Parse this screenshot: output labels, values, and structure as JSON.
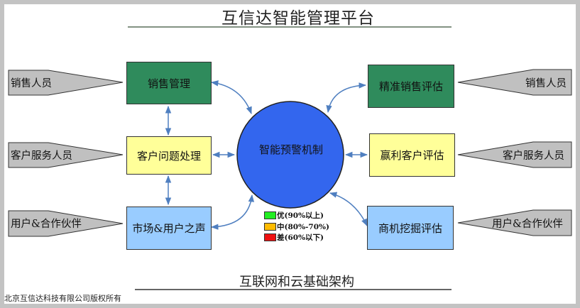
{
  "title": "互信达智能管理平台",
  "bottom_title": "互联网和云基础架构",
  "copyright": "北京互信达科技有限公司版权所有",
  "center": {
    "label": "智能预警机制",
    "color": "#3366ee"
  },
  "left_boxes": [
    {
      "label": "销售管理",
      "color": "#2f8b5c"
    },
    {
      "label": "客户问题处理",
      "color": "#ffff99"
    },
    {
      "label": "市场&用户之声",
      "color": "#99ccff"
    }
  ],
  "right_boxes": [
    {
      "label": "精准销售评估",
      "color": "#2f8b5c"
    },
    {
      "label": "赢利客户评估",
      "color": "#ffff99"
    },
    {
      "label": "商机挖掘评估",
      "color": "#99ccff"
    }
  ],
  "left_tags": [
    "销售人员",
    "客户服务人员",
    "用户&合作伙伴"
  ],
  "right_tags": [
    "销售人员",
    "客户服务人员",
    "用户&合作伙伴"
  ],
  "legend": [
    {
      "label": "优(90%以上)",
      "color": "#22ee22"
    },
    {
      "label": "中(80%-70%)",
      "color": "#ffbb00"
    },
    {
      "label": "差(60%以下)",
      "color": "#ee1111"
    }
  ],
  "colors": {
    "arrow": "#4f7fc0",
    "tag_fill": "#c0c0c0",
    "frame": "#c3c3c3",
    "rule": "#6a7a6a"
  }
}
